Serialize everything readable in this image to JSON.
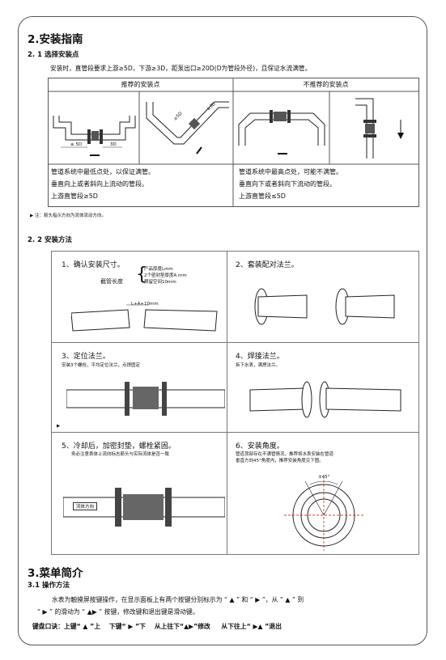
{
  "section2": {
    "title": "2.安装指南",
    "s21_title": "2. 1 选择安装点",
    "s21_text": "安装时，直管段要求上游≥5D，下游≥3D，距泵出口≥20D(D为管段外径)，且保证水流满管。",
    "rec_header": "推荐的安装点",
    "notrec_header": "不推荐的安装点",
    "rec_lines": [
      "管道系统中最低点处，以保证满管。",
      "垂直向上或者斜向上流动的管段。",
      "上游直管段≥5D"
    ],
    "notrec_lines": [
      "管道系统中最高点处，可能不满管。",
      "垂直向下或者斜向下流动的管段。",
      "上游直管段≤5D"
    ],
    "diagram_labels": {
      "d5": "≥ 5D",
      "d3": "3D",
      "d5b": "≥5D",
      "d3b": "≥3D"
    },
    "note": "注：箭头指示方向为流体流动方向。",
    "s22_title": "2. 2 安装方法",
    "steps": [
      {
        "title": "1、确认安装尺寸。",
        "label": "截管长度",
        "items": [
          "产品厚度Lmm",
          "2个密封垫厚度A mm",
          "预留空间10mm"
        ],
        "dim": "L+A+10mm"
      },
      {
        "title": "2、套装配对法兰。"
      },
      {
        "title": "3、定位法兰。",
        "sub": "安装3个螺栓，平均定位法兰，点焊固定"
      },
      {
        "title": "4、焊接法兰。",
        "sub": "拆下水表，满焊法兰。"
      },
      {
        "title": "5、冷却后，加密封垫，螺栓紧固。",
        "sub": "务必注意表体上流向标志箭头与实际流体是否一致",
        "flow": "流体方向"
      },
      {
        "title": "6、安装角度。",
        "sub1": "管道顶部存在不满管情况，推荐将水表安装在管道",
        "sub2": "垂直方向45°角度内，推荐安装角度见下图。",
        "angle": "±45°"
      }
    ]
  },
  "section3": {
    "title": "3.菜单简介",
    "s31_title": "3.1 操作方法",
    "line1": "水表为触摸屏按键操作，在显示面板上有两个按键分别标示为 “ ▲ ” 和 “ ▶ ”，从 “ ▲ ” 到",
    "line2": "“ ▶ ” 的滑动为 “ ▲▶ ” 按键，修改键和退出键是滑动键。",
    "mnemonic": "键盘口诀：上键“ ▲ ”上    下键“ ▶ ”下    从上往下“▲▶”修改     从下往上“ ▶▲ ”退出"
  }
}
